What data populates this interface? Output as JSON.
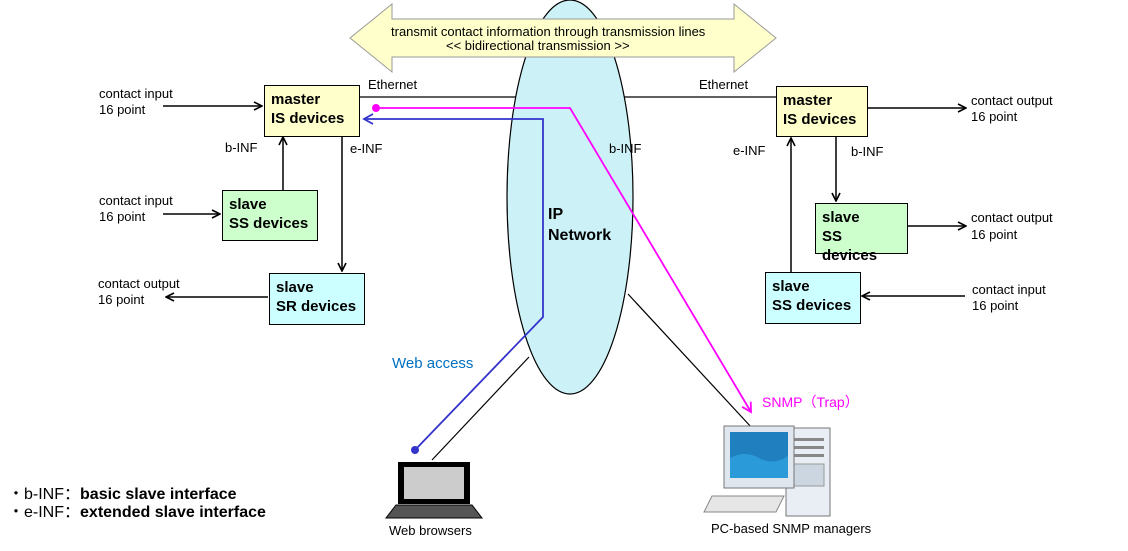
{
  "banner": {
    "line1": "transmit contact information through transmission lines",
    "line2": "<< bidirectional transmission >>"
  },
  "network": {
    "line1": "IP",
    "line2": "Network"
  },
  "left": {
    "ethernet": "Ethernet",
    "master": {
      "line1": "master",
      "line2": "IS devices"
    },
    "slave_ss": {
      "line1": "slave",
      "line2": "SS devices"
    },
    "slave_sr": {
      "line1": "slave",
      "line2": "SR devices"
    },
    "b_inf": "b-INF",
    "e_inf": "e-INF",
    "contact_in1": {
      "line1": "contact input",
      "line2": "16 point"
    },
    "contact_in2": {
      "line1": "contact input",
      "line2": "16 point"
    },
    "contact_out": {
      "line1": "contact output",
      "line2": "16 point"
    }
  },
  "right": {
    "ethernet": "Ethernet",
    "master": {
      "line1": "master",
      "line2": "IS devices"
    },
    "slave_ss_top": {
      "line1": "slave",
      "line2": "SS devices"
    },
    "slave_ss_bottom": {
      "line1": "slave",
      "line2": "SS devices"
    },
    "b_inf_center": "b-INF",
    "e_inf": "e-INF",
    "b_inf": "b-INF",
    "contact_out1": {
      "line1": "contact output",
      "line2": "16 point"
    },
    "contact_out2": {
      "line1": "contact output",
      "line2": "16 point"
    },
    "contact_in": {
      "line1": "contact input",
      "line2": "16 point"
    }
  },
  "web_access": "Web access",
  "snmp_trap": "SNMP（Trap）",
  "web_browsers": "Web browsers",
  "pc_managers": "PC-based SNMP managers",
  "legend": [
    {
      "key": "・b-INF：",
      "value": "basic slave interface"
    },
    {
      "key": "・e-INF：",
      "value": "extended slave interface"
    }
  ],
  "colors": {
    "banner_fill": "#ffffcc",
    "ellipse_fill": "#ccf2f8",
    "master_fill": "#ffffcc",
    "ss_fill": "#ccffcc",
    "sr_fill": "#ccffff",
    "web_line": "#3333cc",
    "snmp_line": "#ff00ff",
    "web_label": "#0070c0",
    "snmp_label": "#ff00ff"
  }
}
